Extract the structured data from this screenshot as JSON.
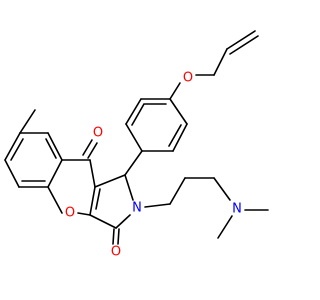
{
  "molecule": {
    "atoms": {
      "o_ketone": {
        "symbol": "O",
        "color": "#ff0000"
      },
      "o_lactam": {
        "symbol": "O",
        "color": "#ff0000"
      },
      "o_ring": {
        "symbol": "O",
        "color": "#ff0000"
      },
      "o_ether": {
        "symbol": "O",
        "color": "#ff0000"
      },
      "n_ring": {
        "symbol": "N",
        "color": "#0000ff"
      },
      "n_amine": {
        "symbol": "N",
        "color": "#0000ff"
      }
    }
  }
}
